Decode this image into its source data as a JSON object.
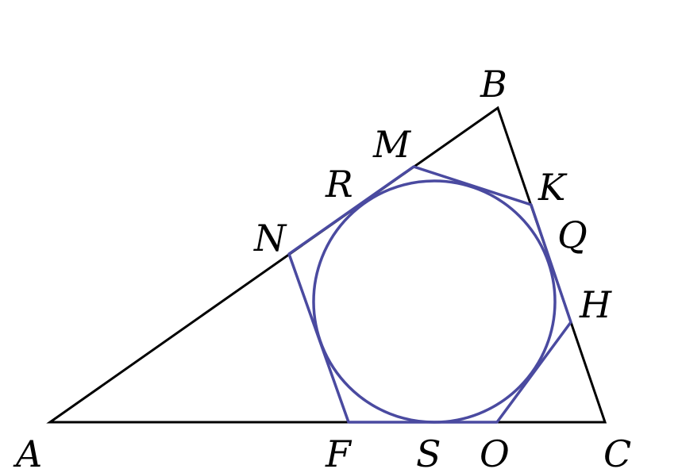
{
  "figure": {
    "labels": {
      "A": "A",
      "B": "B",
      "C": "C",
      "M": "M",
      "K": "K",
      "R": "R",
      "N": "N",
      "Q": "Q",
      "H": "H",
      "F": "F",
      "S": "S",
      "O": "O"
    },
    "colors": {
      "triangle": "#000000",
      "hexagon": "#4a4aa0",
      "circle": "#4a4aa0"
    }
  }
}
